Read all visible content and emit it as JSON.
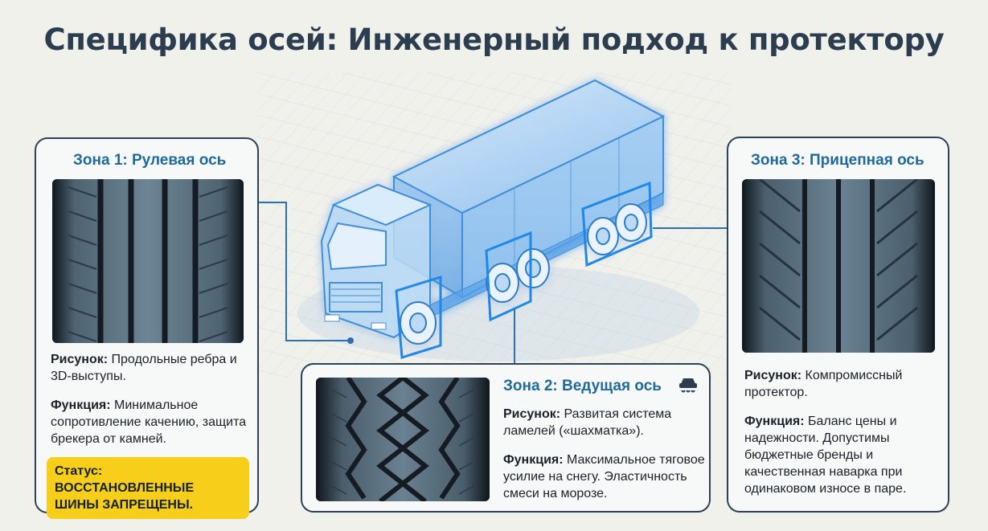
{
  "title": "Специфика осей: Инженерный подход к протектору",
  "colors": {
    "accent": "#1f6a9a",
    "card_border": "#2c4257",
    "status_bg": "#f7cf1a",
    "truck_glow": "#5aa8ee"
  },
  "zones": [
    {
      "title": "Зона 1: Рулевая ось",
      "pattern_label": "Рисунок:",
      "pattern_text": " Продольные ребра и 3D-выступы.",
      "function_label": "Функция:",
      "function_text": " Минимальное сопротивление качению, защита брекера от камней.",
      "status_text": "Статус: ВОССТАНОВЛЕННЫЕ ШИНЫ ЗАПРЕЩЕНЫ."
    },
    {
      "title": "Зона 2: Ведущая ось",
      "icon": "traction-control-icon",
      "pattern_label": "Рисунок:",
      "pattern_text": " Развитая система ламелей («шахматка»).",
      "function_label": "Функция:",
      "function_text": " Максимальное тяговое усилие на снегу. Эластичность смеси на морозе."
    },
    {
      "title": "Зона 3: Прицепная ось",
      "pattern_label": "Рисунок:",
      "pattern_text": " Компромиссный протектор.",
      "function_label": "Функция:",
      "function_text": " Баланс цены и надежности. Допустимы бюджетные бренды и качественная наварка при одинаковом износе в паре."
    }
  ]
}
